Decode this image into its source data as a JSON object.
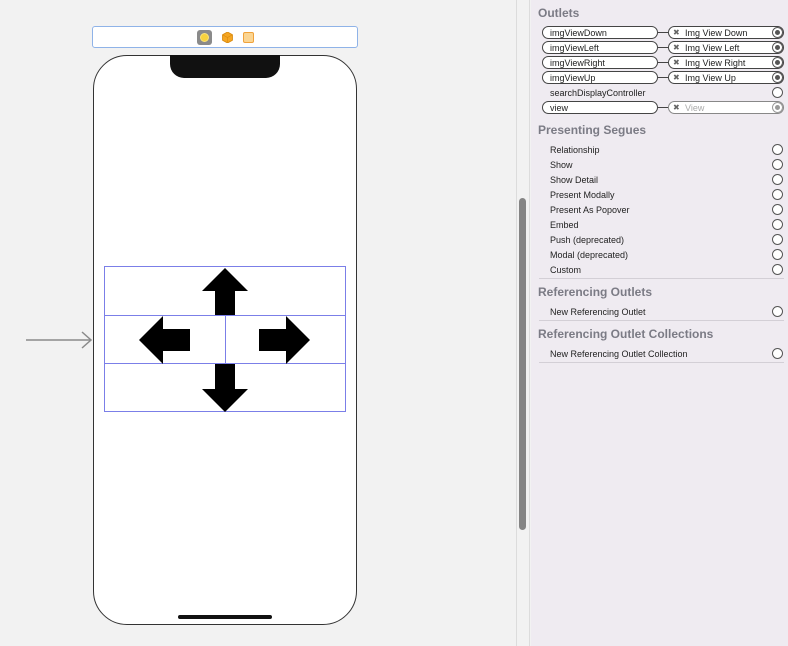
{
  "scene": {
    "dock_icons": [
      "view-controller-icon",
      "first-responder-icon",
      "exit-icon"
    ]
  },
  "inspector": {
    "outlets": {
      "title": "Outlets",
      "items": [
        {
          "name": "imgViewDown",
          "connection": "Img View Down",
          "connected": true
        },
        {
          "name": "imgViewLeft",
          "connection": "Img View Left",
          "connected": true
        },
        {
          "name": "imgViewRight",
          "connection": "Img View Right",
          "connected": true
        },
        {
          "name": "imgViewUp",
          "connection": "Img View Up",
          "connected": true
        },
        {
          "name": "searchDisplayController",
          "connection": "",
          "connected": false
        },
        {
          "name": "view",
          "connection": "View",
          "connected": true,
          "dim": true
        }
      ]
    },
    "presenting_segues": {
      "title": "Presenting Segues",
      "items": [
        "Relationship",
        "Show",
        "Show Detail",
        "Present Modally",
        "Present As Popover",
        "Embed",
        "Push (deprecated)",
        "Modal (deprecated)",
        "Custom"
      ]
    },
    "referencing_outlets": {
      "title": "Referencing Outlets",
      "items": [
        "New Referencing Outlet"
      ]
    },
    "referencing_outlet_collections": {
      "title": "Referencing Outlet Collections",
      "items": [
        "New Referencing Outlet Collection"
      ]
    }
  },
  "colors": {
    "selection": "#7b7fe8",
    "inspector_bg": "#efebf1",
    "canvas_bg": "#f2f2f2"
  }
}
